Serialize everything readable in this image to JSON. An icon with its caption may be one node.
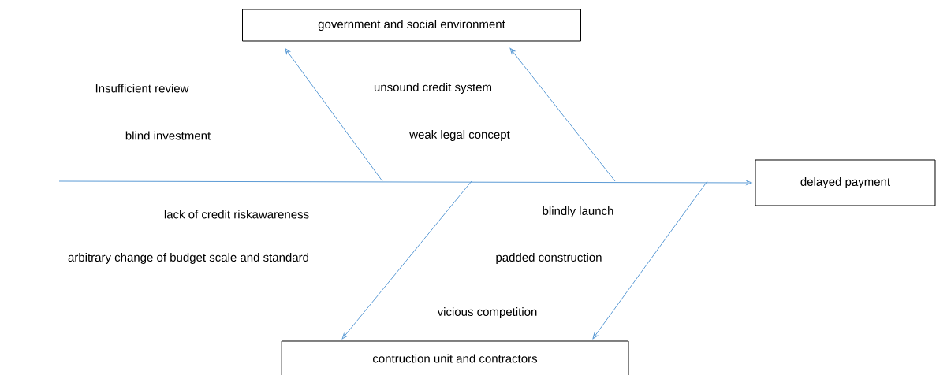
{
  "diagram": {
    "nodes": [
      {
        "text": [
          "government and social environment"
        ]
      },
      {
        "text": [
          "contruction unit and contractors"
        ]
      },
      {
        "text": [
          "delayed payment"
        ]
      }
    ],
    "edges": [
      {
        "from": null,
        "to": 2,
        "arrow": "to"
      },
      {
        "from": null,
        "to": 0,
        "arrow": "to"
      },
      {
        "from": null,
        "to": 0,
        "arrow": "to"
      },
      {
        "from": null,
        "to": 1,
        "arrow": "to"
      },
      {
        "from": null,
        "to": 1,
        "arrow": "to"
      }
    ],
    "labels": [
      "Insufficient review",
      "unsound credit system",
      "blind investment",
      "weak legal concept",
      "lack of credit riskawareness",
      "blindly launch",
      "arbitrary change of budget scale and standard",
      "padded construction",
      "vicious competition"
    ]
  }
}
